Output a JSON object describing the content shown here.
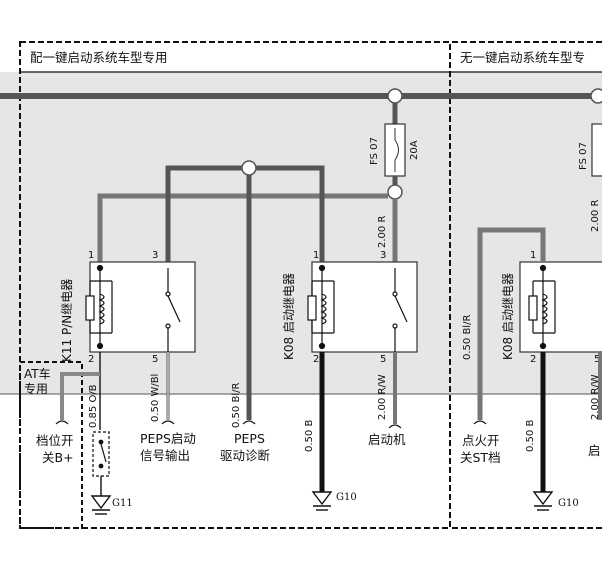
{
  "sections": {
    "left_title": "配一键启动系统车型专用",
    "right_title": "无一键启动系统车型专"
  },
  "relays": {
    "k11": {
      "label": "K11 P/N继电器",
      "pins": [
        "1",
        "3",
        "2",
        "5"
      ]
    },
    "k08_a": {
      "label": "K08 启动继电器",
      "pins": [
        "1",
        "3",
        "2",
        "5"
      ]
    },
    "k08_b": {
      "label": "K08 启动继电器",
      "pins": [
        "1",
        "2",
        "5"
      ]
    }
  },
  "fuse": {
    "name": "FS 07",
    "rating": "20A"
  },
  "box_at": {
    "line1": "AT车",
    "line2": "专用"
  },
  "wires": {
    "w_085": "0.85 O/B",
    "w_050_wbl": "0.50 W/Bl",
    "w_050_blr": "0.50 Bl/R",
    "w_200_r": "2.00 R",
    "w_200_rw": "2.00 R/W",
    "w_050_b": "0.50 B",
    "w_050_blr2": "0.50 Bl/R",
    "w_050_b2": "0.50 B",
    "w_200_rw2": "2.00 R/W"
  },
  "destinations": {
    "gear_l1": "档位开",
    "gear_l2": "关B+",
    "peps_start_l1": "PEPS启动",
    "peps_start_l2": "信号输出",
    "peps_diag_l1": "PEPS",
    "peps_diag_l2": "驱动诊断",
    "starter": "启动机",
    "ign_l1": "点火开",
    "ign_l2": "关ST档",
    "starter_cut": "启"
  },
  "grounds": {
    "g11": "G11",
    "g10": "G10",
    "g10b": "G10"
  },
  "fs07_right": "FS 07",
  "r200_right": "2.00 R"
}
